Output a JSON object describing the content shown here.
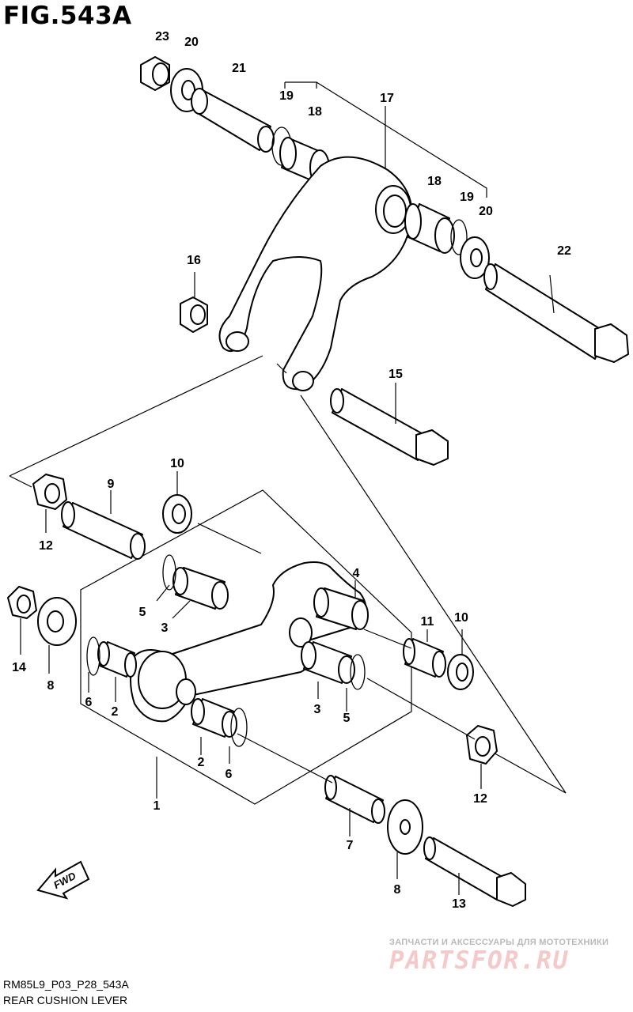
{
  "figure": {
    "title": "FIG.543A"
  },
  "footer": {
    "model_code": "RM85L9_P03_P28_543A",
    "diagram_name": "REAR CUSHION LEVER"
  },
  "fwd_arrow": {
    "label": "FWD",
    "icon": "forward-arrow-icon"
  },
  "watermark": {
    "tagline": "ЗАПЧАСТИ И АКСЕССУАРЫ ДЛЯ МОТОТЕХНИКИ",
    "logo": "PARTSFOR.RU",
    "logo_color": "#f08080"
  },
  "callouts": [
    "23",
    "20",
    "21",
    "19",
    "18",
    "17",
    "18",
    "19",
    "20",
    "22",
    "16",
    "15",
    "10",
    "9",
    "12",
    "14",
    "8",
    "5",
    "3",
    "4",
    "11",
    "10",
    "6",
    "2",
    "3",
    "5",
    "2",
    "6",
    "12",
    "1",
    "7",
    "8",
    "13"
  ]
}
